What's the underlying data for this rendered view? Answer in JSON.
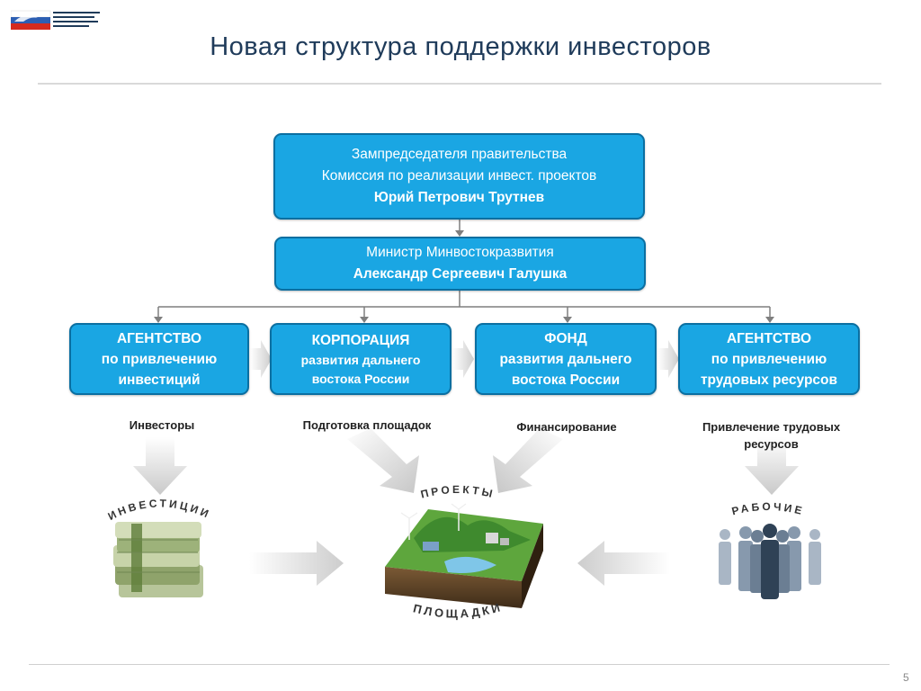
{
  "header": {
    "logo_text": "МИНИСТЕРСТВО РОССИЙСКОЙ ФЕДЕРАЦИИ ПО РАЗВИТИЮ ДАЛЬНЕГО ВОСТОКА",
    "title": "Новая структура поддержки инвесторов"
  },
  "top_box": {
    "line1": "Зампредседателя правительства",
    "line2": "Комиссия по реализации инвест. проектов",
    "name": "Юрий Петрович Трутнев"
  },
  "minister_box": {
    "line1": "Министр Минвостокразвития",
    "name": "Александр Сергеевич Галушка"
  },
  "agencies": [
    {
      "line1": "АГЕНТСТВО",
      "line2": "по привлечению",
      "line3": "инвестиций",
      "caption": "Инвесторы"
    },
    {
      "line1": "КОРПОРАЦИЯ",
      "line2": "развития дальнего",
      "line3": "востока России",
      "caption": "Подготовка площадок"
    },
    {
      "line1": "ФОНД",
      "line2": "развития дальнего",
      "line3": "востока России",
      "caption": "Финансирование"
    },
    {
      "line1": "АГЕНТСТВО",
      "line2": "по привлечению",
      "line3": "трудовых ресурсов",
      "caption_line1": "Привлечение трудовых",
      "caption_line2": "ресурсов"
    }
  ],
  "bottom": {
    "investments_label": "ИНВЕСТИЦИИ",
    "projects_label": "ПРОЕКТЫ",
    "sites_label": "ПЛОЩАДКИ",
    "workers_label": "РАБОЧИЕ"
  },
  "page_number": "5",
  "colors": {
    "box_fill": "#1aa6e3",
    "box_border": "#0b6fa1",
    "title": "#1f3b5a",
    "connector": "#7f7f7f"
  }
}
